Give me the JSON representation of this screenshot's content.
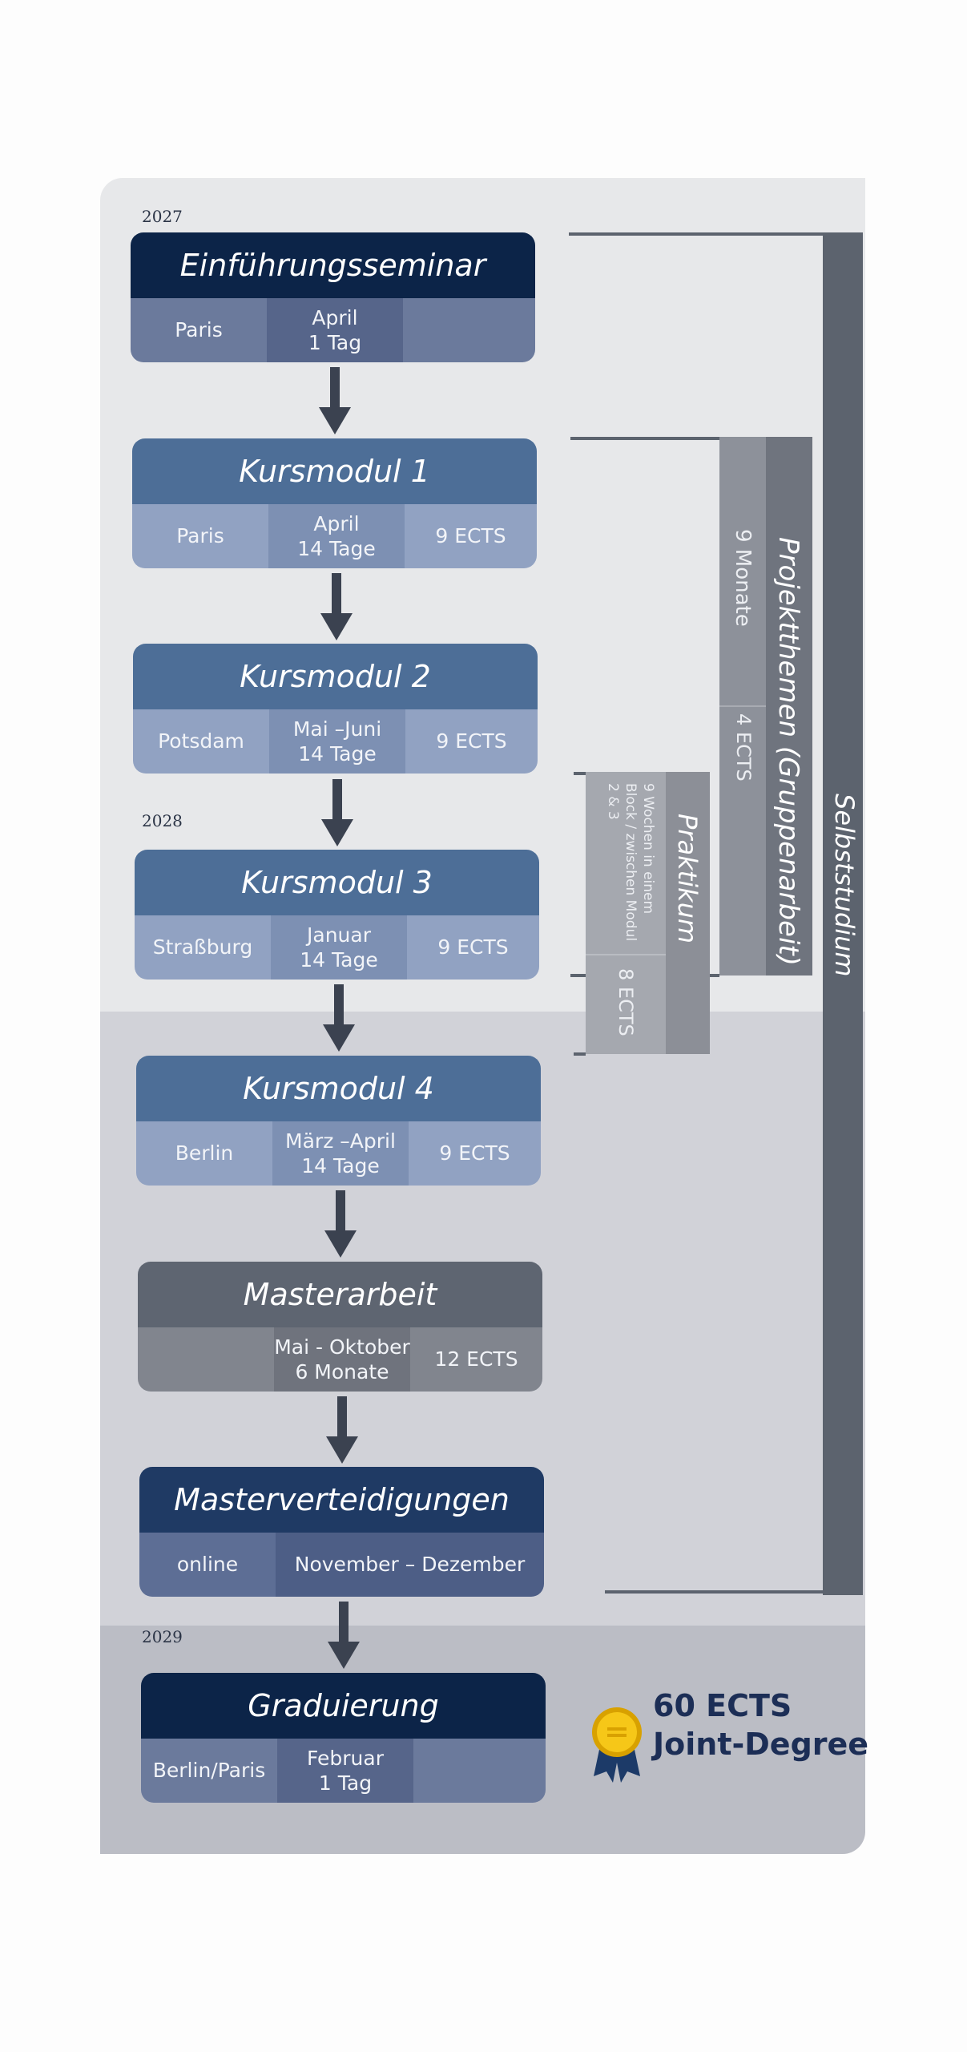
{
  "years": {
    "y1": "2027",
    "y2": "2028",
    "y3": "2029"
  },
  "modules": [
    {
      "title": "Einführungsseminar",
      "place": "Paris",
      "time": "April\n1 Tag",
      "ects": ""
    },
    {
      "title": "Kursmodul 1",
      "place": "Paris",
      "time": "April\n14 Tage",
      "ects": "9 ECTS"
    },
    {
      "title": "Kursmodul 2",
      "place": "Potsdam",
      "time": "Mai –Juni\n14 Tage",
      "ects": "9 ECTS"
    },
    {
      "title": "Kursmodul 3",
      "place": "Straßburg",
      "time": "Januar\n14 Tage",
      "ects": "9 ECTS"
    },
    {
      "title": "Kursmodul 4",
      "place": "Berlin",
      "time": "März –April\n14 Tage",
      "ects": "9 ECTS"
    },
    {
      "title": "Masterarbeit",
      "place": "",
      "time": "Mai - Oktober\n6 Monate",
      "ects": "12 ECTS"
    },
    {
      "title": "Masterverteidigungen",
      "place": "online",
      "time": "November – Dezember",
      "ects": ""
    },
    {
      "title": "Graduierung",
      "place": "Berlin/Paris",
      "time": "Februar\n1 Tag",
      "ects": ""
    }
  ],
  "projekt": {
    "title": "Projektthemen (Gruppenarbeit)",
    "duration": "9 Monate",
    "ects": "4 ECTS"
  },
  "praktikum": {
    "title": "Praktikum",
    "desc": "9 Wochen in einem Block / zwischen Modul 2 & 3",
    "ects": "8 ECTS"
  },
  "selbst": {
    "title": "Selbststudium"
  },
  "degree": {
    "line1": "60 ECTS",
    "line2": "Joint-Degree"
  },
  "colors": {
    "dark_navy": "#0c2448",
    "mid_blue": "#4d6e97",
    "grey": "#5e6571",
    "bar": "#5c636e"
  }
}
